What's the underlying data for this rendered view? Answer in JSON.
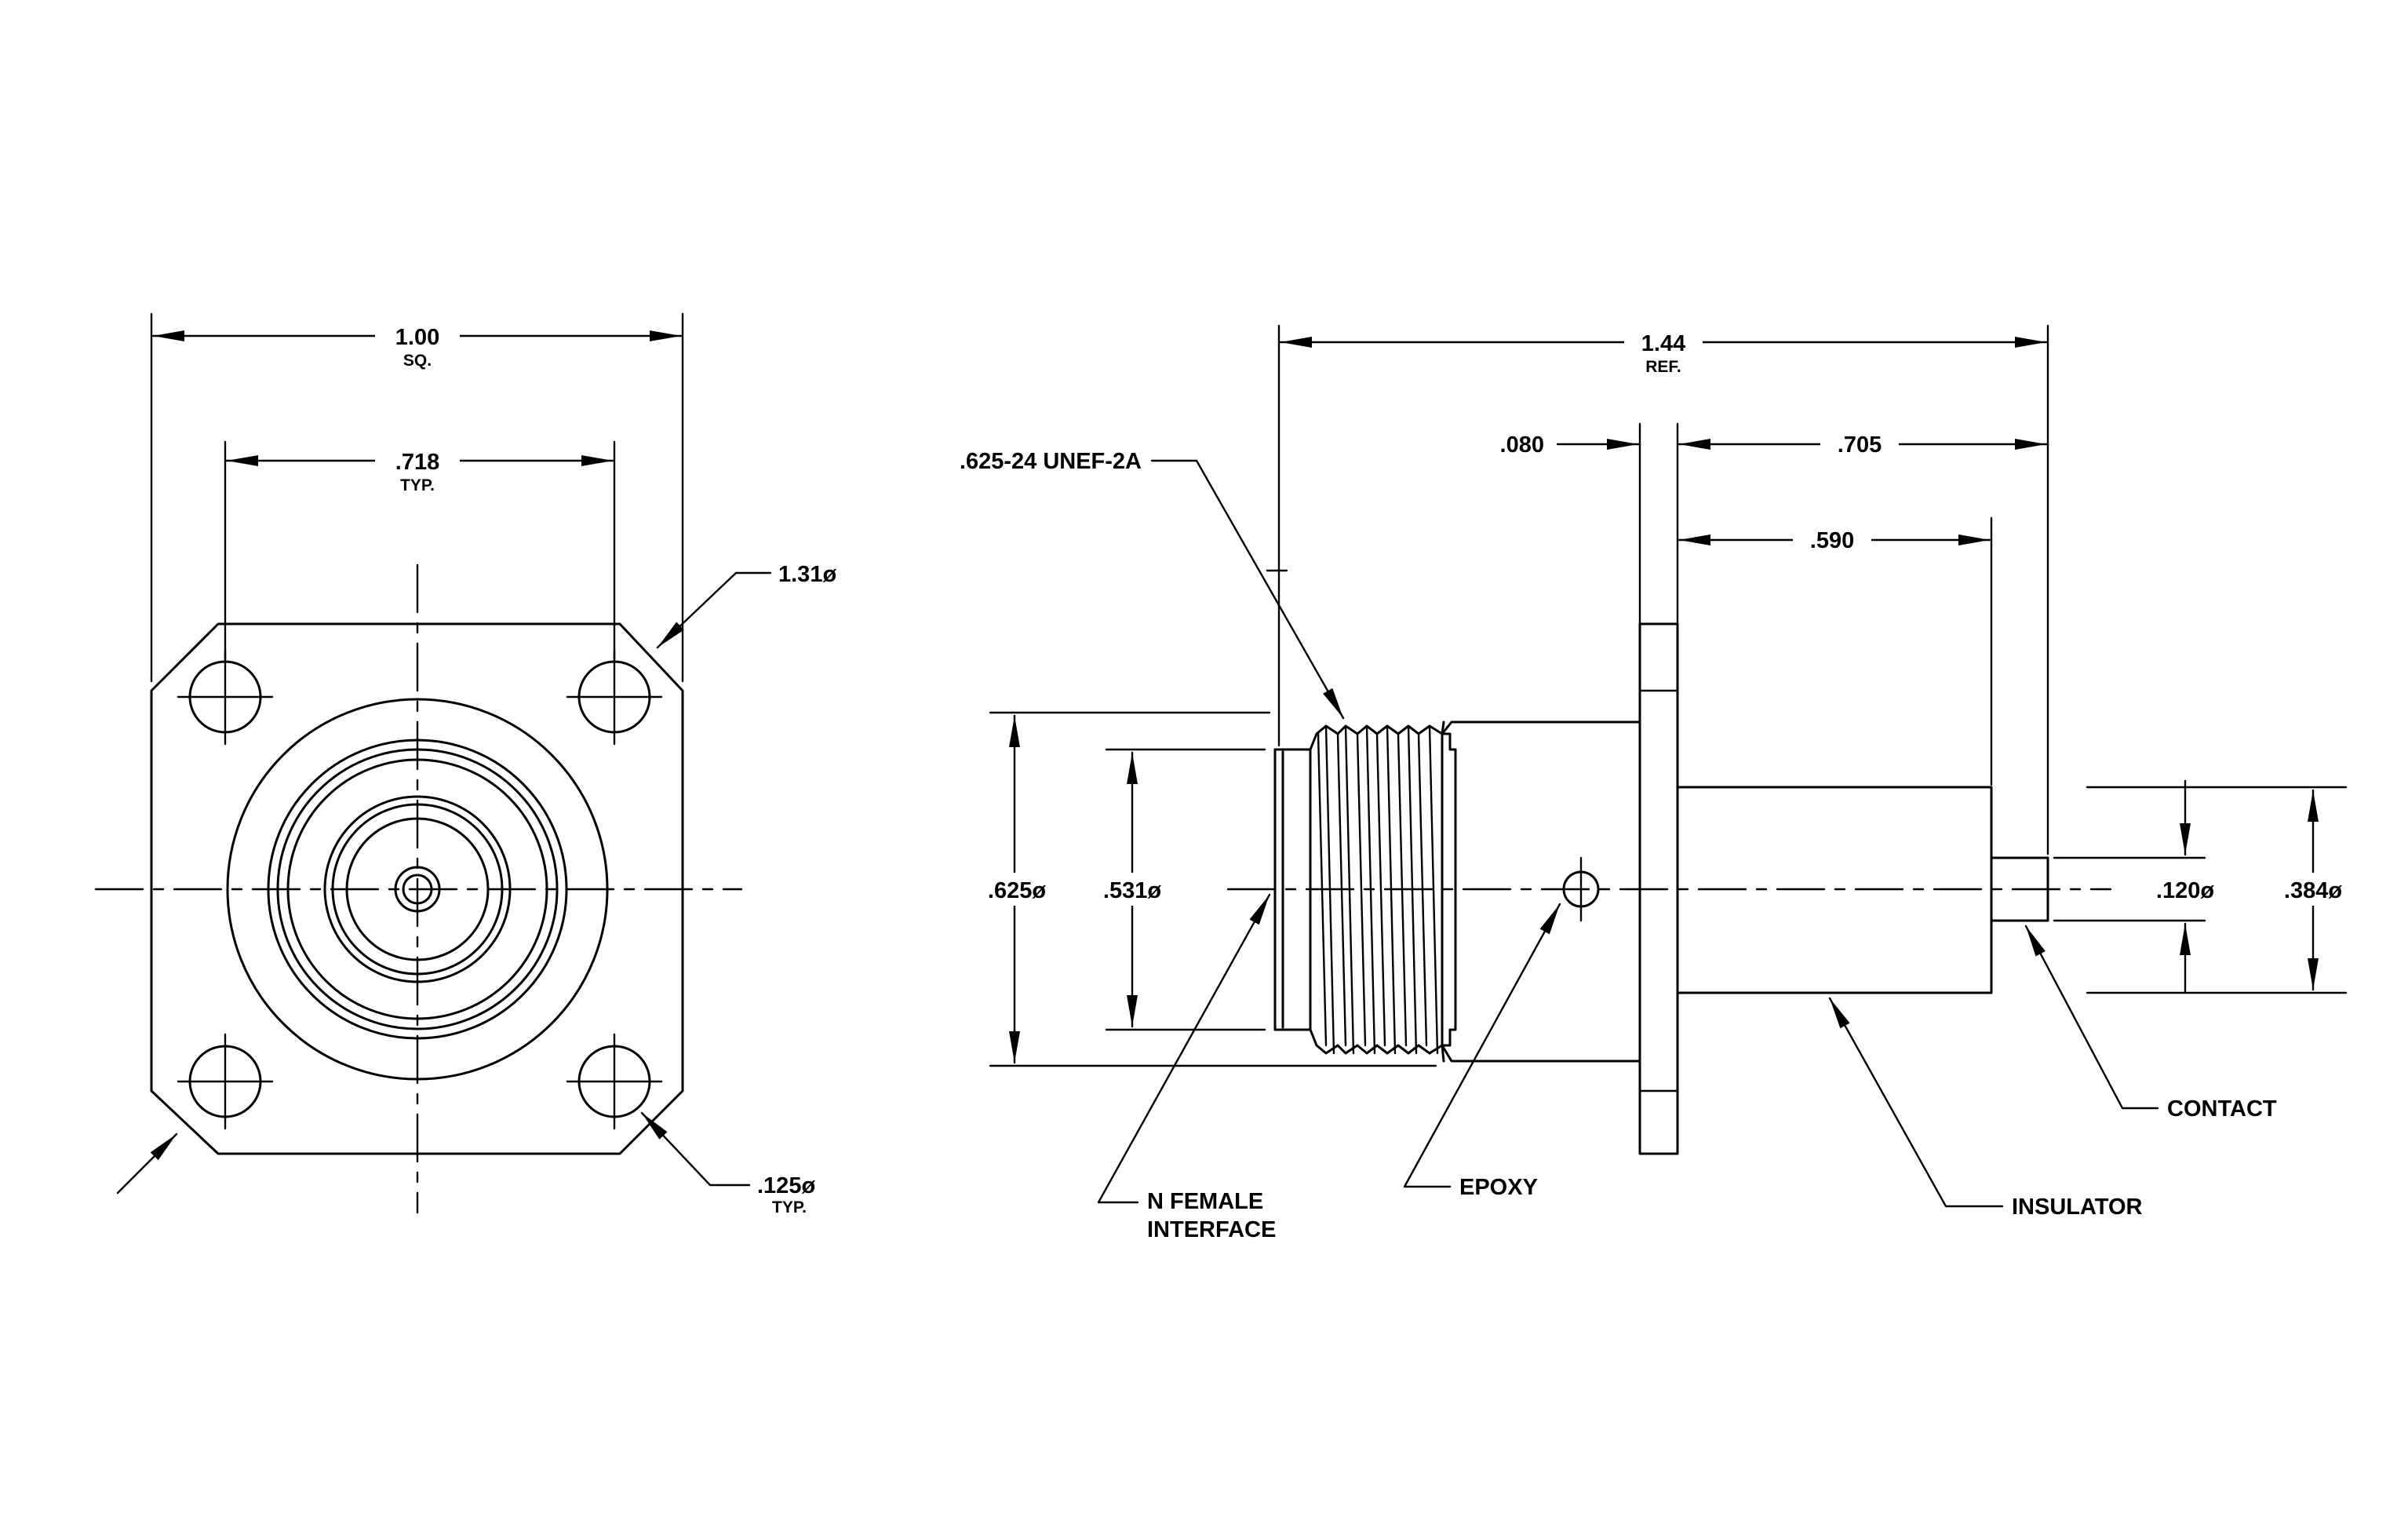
{
  "dimensions": {
    "flange_square": {
      "value": "1.00",
      "note": "SQ."
    },
    "hole_spacing": {
      "value": ".718",
      "note": "TYP."
    },
    "chamfer_dia": {
      "value": "1.31ø"
    },
    "hole_dia": {
      "value": ".125ø",
      "note": "TYP."
    },
    "overall_length": {
      "value": "1.44",
      "note": "REF."
    },
    "flange_thickness": {
      "value": ".080"
    },
    "rear_length": {
      "value": ".705"
    },
    "insulator_length": {
      "value": ".590"
    },
    "thread_spec": {
      "value": ".625-24 UNEF-2A"
    },
    "outer_dia": {
      "value": ".625ø"
    },
    "inner_dia": {
      "value": ".531ø"
    },
    "contact_dia": {
      "value": ".120ø"
    },
    "insulator_dia": {
      "value": ".384ø"
    }
  },
  "callouts": {
    "interface_line1": "N FEMALE",
    "interface_line2": "INTERFACE",
    "epoxy": "EPOXY",
    "contact": "CONTACT",
    "insulator": "INSULATOR"
  }
}
